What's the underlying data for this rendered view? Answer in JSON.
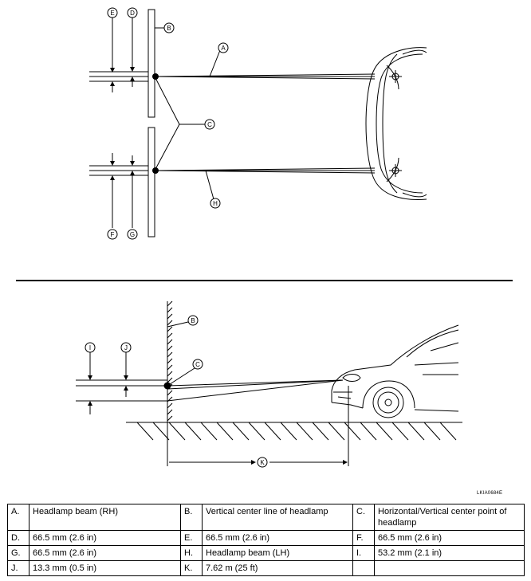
{
  "diagram": {
    "figure_id": "LKIA0684E",
    "callouts": [
      "A",
      "B",
      "C",
      "D",
      "E",
      "F",
      "G",
      "H",
      "I",
      "J",
      "K"
    ]
  },
  "legend": {
    "rows": [
      [
        {
          "key": "A.",
          "text": "Headlamp beam (RH)"
        },
        {
          "key": "B.",
          "text": "Vertical center line of headlamp"
        },
        {
          "key": "C.",
          "text": "Horizontal/Vertical center point of headlamp"
        }
      ],
      [
        {
          "key": "D.",
          "text": "66.5 mm (2.6 in)"
        },
        {
          "key": "E.",
          "text": "66.5 mm (2.6 in)"
        },
        {
          "key": "F.",
          "text": "66.5 mm (2.6 in)"
        }
      ],
      [
        {
          "key": "G.",
          "text": "66.5 mm (2.6 in)"
        },
        {
          "key": "H.",
          "text": "Headlamp beam (LH)"
        },
        {
          "key": "I.",
          "text": "53.2 mm (2.1 in)"
        }
      ],
      [
        {
          "key": "J.",
          "text": "13.3 mm (0.5 in)"
        },
        {
          "key": "K.",
          "text": "7.62 m (25 ft)"
        },
        {
          "key": "",
          "text": ""
        }
      ]
    ]
  }
}
